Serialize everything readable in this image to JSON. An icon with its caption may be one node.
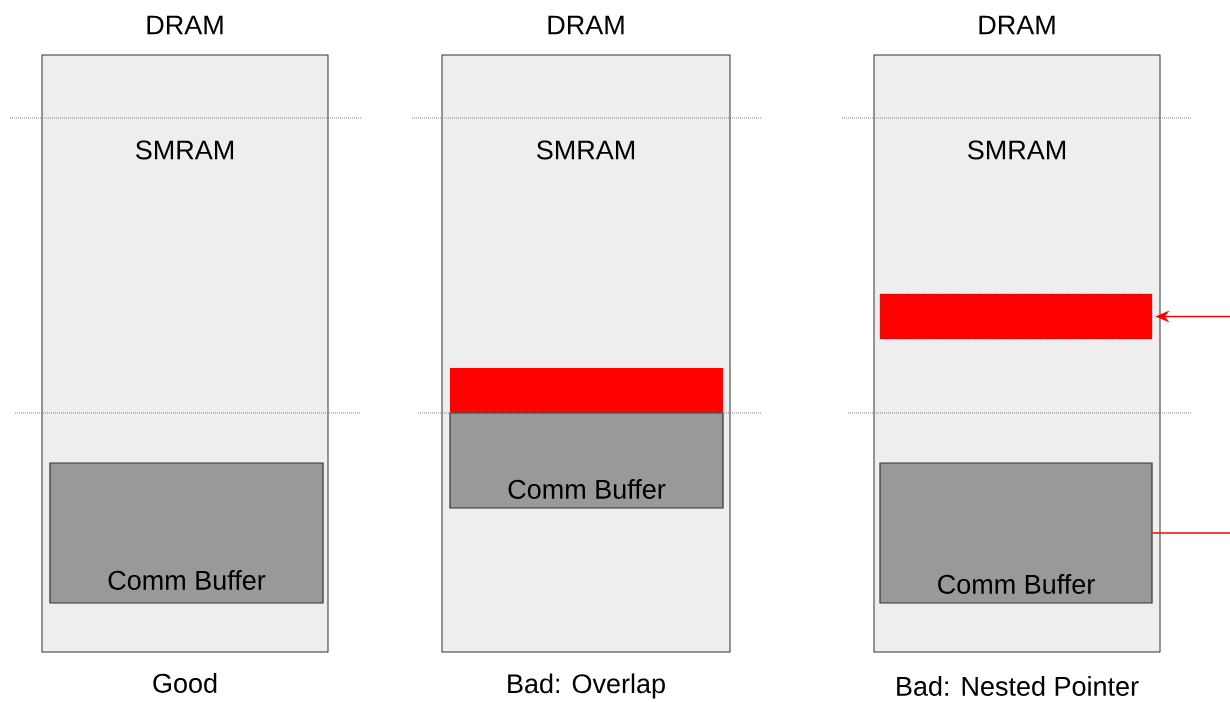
{
  "diagram": {
    "nodes": [
      {
        "text": [
          "DRAM",
          "SMRAM"
        ],
        "beside": [
          "Good"
        ]
      },
      {
        "text": [
          "Comm Buffer"
        ],
        "in": 0
      },
      {
        "text": [
          "DRAM",
          "SMRAM"
        ],
        "beside": [
          "Bad: Overlap"
        ]
      },
      {
        "text": [],
        "shape": "box",
        "in": 2
      },
      {
        "text": [
          "Comm Buffer"
        ],
        "in": 2
      },
      {
        "text": [
          "DRAM",
          "SMRAM"
        ],
        "beside": [
          "Bad: Nested Pointer"
        ]
      },
      {
        "text": [],
        "shape": "box",
        "in": 5
      },
      {
        "text": [
          "Comm Buffer"
        ],
        "in": 5
      }
    ],
    "edges": [
      {
        "from": 7,
        "to": 6,
        "arrow": "to",
        "color": "#ff0000"
      }
    ]
  }
}
